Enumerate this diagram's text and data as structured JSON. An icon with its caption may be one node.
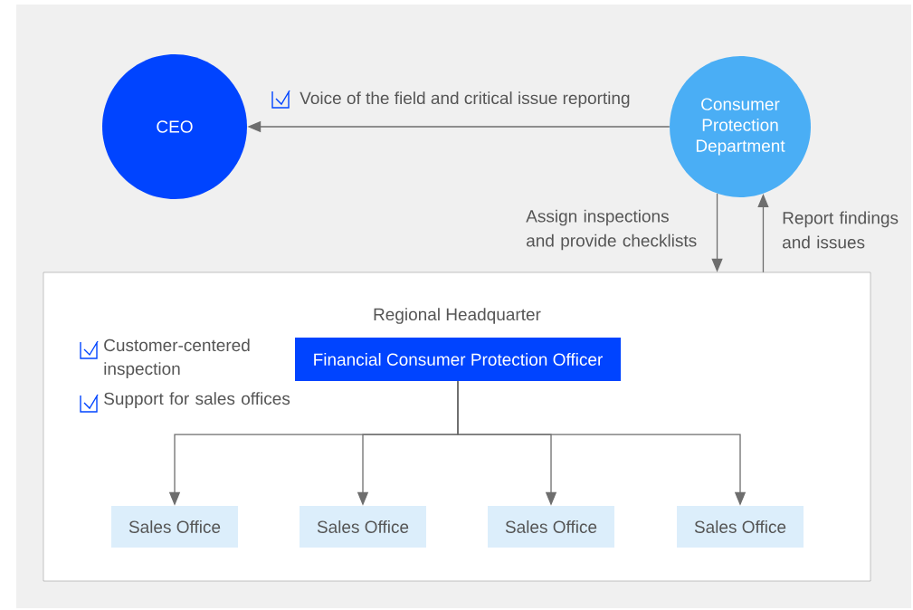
{
  "diagram": {
    "nodes": [
      {
        "text": [
          "CEO"
        ]
      },
      {
        "text": [
          "Consumer Protection Department"
        ]
      },
      {
        "text": [
          "Regional Headquarter"
        ]
      },
      {
        "text": [
          "Financial Consumer Protection Officer"
        ],
        "in": 2
      },
      {
        "text": [
          "Sales Office"
        ],
        "in": 2
      },
      {
        "text": [
          "Sales Office"
        ],
        "in": 2
      },
      {
        "text": [
          "Sales Office"
        ],
        "in": 2
      },
      {
        "text": [
          "Sales Office"
        ],
        "in": 2
      }
    ],
    "edges": [
      {
        "from": 1,
        "to": 0,
        "arrow": "to",
        "label": "Voice of the field and critical issue reporting"
      },
      {
        "from": 1,
        "to": 2,
        "arrow": "to",
        "label": "Assign inspections and provide checklists"
      },
      {
        "from": 2,
        "to": 1,
        "arrow": "to",
        "label": "Report findings and issues"
      },
      {
        "from": 3,
        "to": 4,
        "arrow": "to"
      },
      {
        "from": 3,
        "to": 5,
        "arrow": "to"
      },
      {
        "from": 3,
        "to": 6,
        "arrow": "to"
      },
      {
        "from": 3,
        "to": 7,
        "arrow": "to"
      }
    ],
    "labels": [
      "Customer-centered inspection",
      "Support for sales offices"
    ]
  }
}
